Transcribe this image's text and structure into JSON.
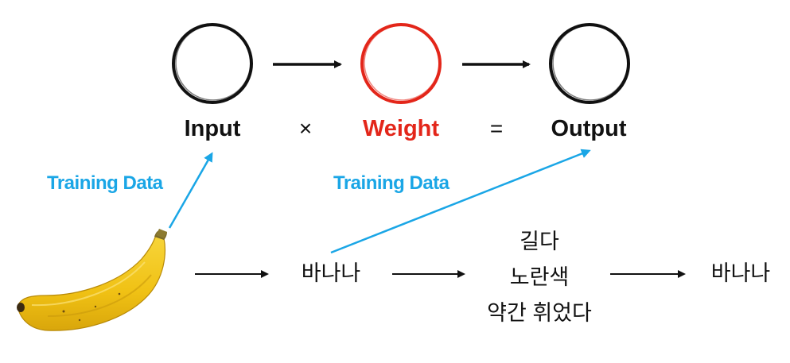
{
  "equation": {
    "input_label": "Input",
    "times_symbol": "×",
    "weight_label": "Weight",
    "equals_symbol": "=",
    "output_label": "Output"
  },
  "training_labels": {
    "left": "Training Data",
    "middle": "Training Data"
  },
  "pipeline": {
    "input_image": "banana-photo",
    "recognized_word": "바나나",
    "features": [
      "길다",
      "노란색",
      "약간 휘었다"
    ],
    "result_word": "바나나"
  },
  "colors": {
    "node_stroke": "#111111",
    "weight_stroke": "#e3261a",
    "weight_text": "#e3261a",
    "training_arrow": "#1aa6e6",
    "banana_body": "#f2c318",
    "banana_shade": "#c99a0c"
  }
}
